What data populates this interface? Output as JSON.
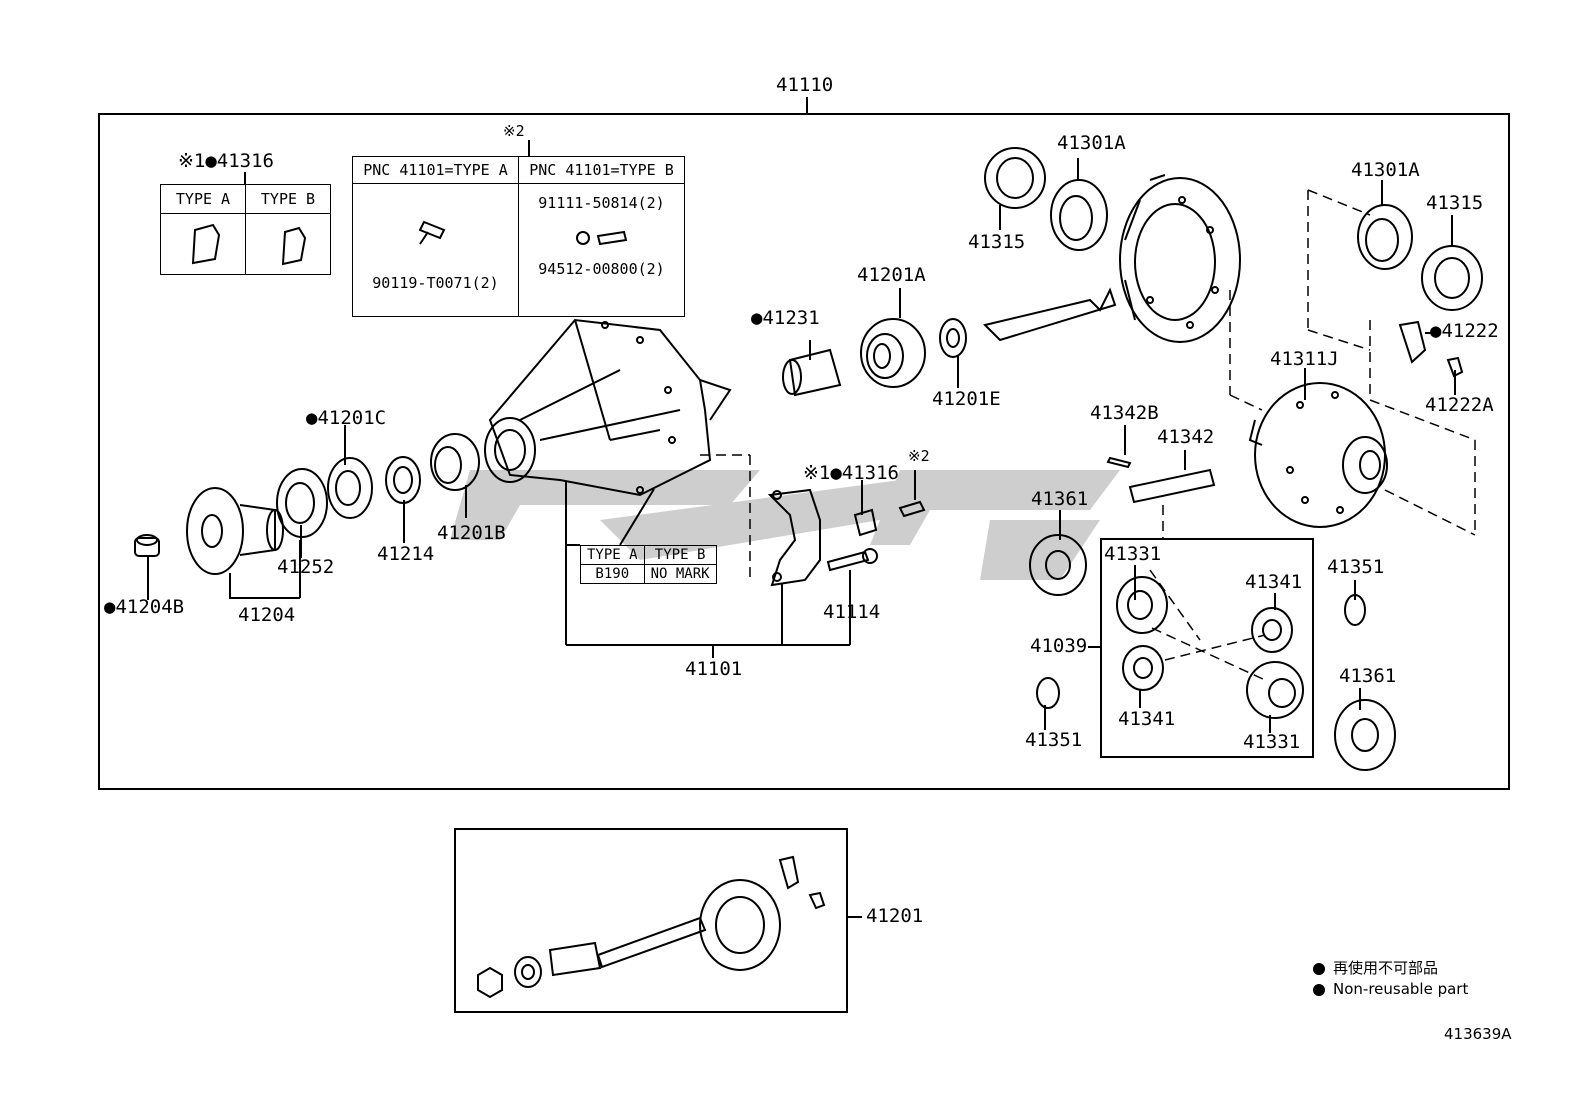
{
  "main_assembly": "41110",
  "callouts": {
    "c41316_top": "※1●41316",
    "c41316_mid": "※1●41316",
    "c41301A_a": "41301A",
    "c41301A_b": "41301A",
    "c41315_a": "41315",
    "c41315_b": "41315",
    "c41201A": "41201A",
    "c41231": "●41231",
    "c41201E": "41201E",
    "c41222": "●41222",
    "c41311J": "41311J",
    "c41222A": "41222A",
    "c41342B": "41342B",
    "c41342": "41342",
    "c41201C": "●41201C",
    "c41201B": "41201B",
    "c41214": "41214",
    "c41252": "41252",
    "c41204B": "●41204B",
    "c41204": "41204",
    "c41114": "41114",
    "c41101": "41101",
    "c41361_a": "41361",
    "c41361_b": "41361",
    "c41331_a": "41331",
    "c41331_b": "41331",
    "c41341_a": "41341",
    "c41341_b": "41341",
    "c41351_a": "41351",
    "c41351_b": "41351",
    "c41039": "41039",
    "c41201": "41201",
    "ref2_top": "※2",
    "ref2_mid": "※2"
  },
  "type_table": {
    "type_a": "TYPE A",
    "type_b": "TYPE B"
  },
  "pnc_table": {
    "header_a": "PNC 41101=TYPE A",
    "header_b": "PNC 41101=TYPE B",
    "part_a": "90119-T0071(2)",
    "part_b1": "91111-50814(2)",
    "part_b2": "94512-00800(2)"
  },
  "mark_table": {
    "type_a": "TYPE A",
    "type_b": "TYPE B",
    "mark_a": "B190",
    "mark_b": "NO MARK"
  },
  "legend": {
    "jp": "再使用不可部品",
    "en": "Non-reusable part"
  },
  "figure_id": "413639A"
}
